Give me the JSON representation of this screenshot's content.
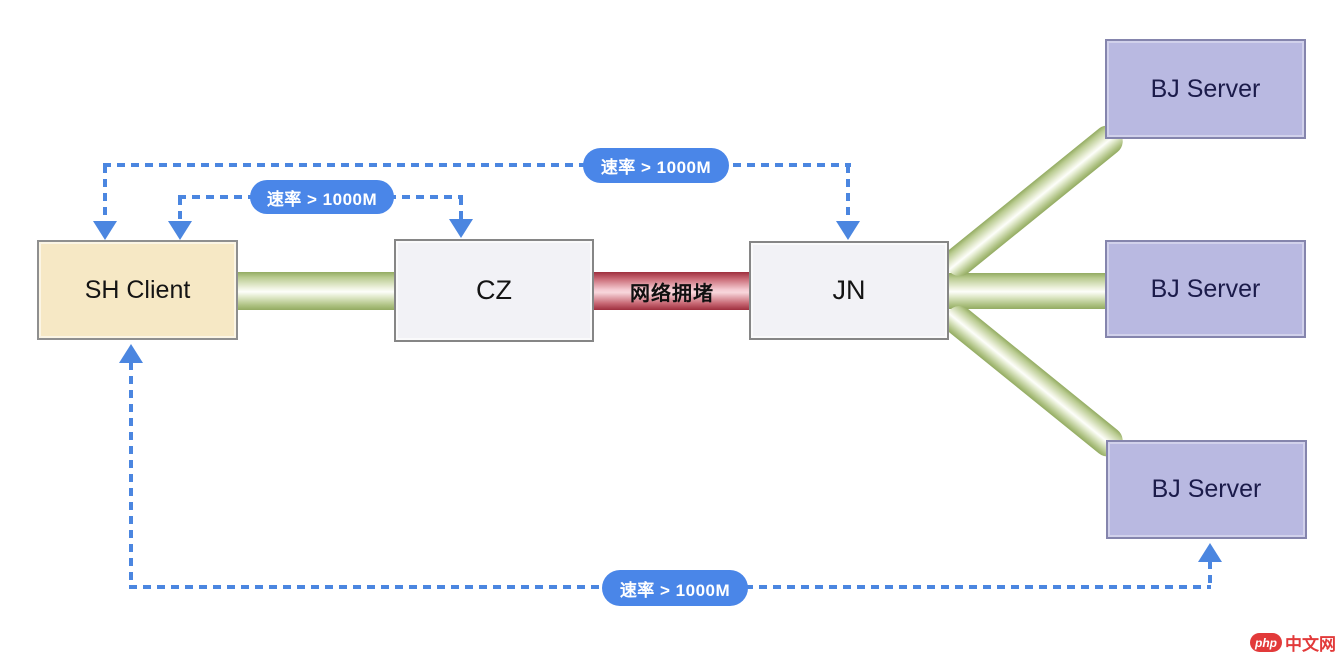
{
  "diagram": {
    "nodes": [
      {
        "id": "sh-client",
        "label": "SH Client"
      },
      {
        "id": "cz",
        "label": "CZ"
      },
      {
        "id": "jn",
        "label": "JN"
      },
      {
        "id": "bj-server-top",
        "label": "BJ Server"
      },
      {
        "id": "bj-server-middle",
        "label": "BJ Server"
      },
      {
        "id": "bj-server-bottom",
        "label": "BJ Server"
      }
    ],
    "congestion_label": "网络拥堵",
    "rate_badges": [
      {
        "id": "rate-sh-jn",
        "label": "速率 > 1000M"
      },
      {
        "id": "rate-sh-cz",
        "label": "速率 > 1000M"
      },
      {
        "id": "rate-sh-bj",
        "label": "速率 > 1000M"
      }
    ],
    "colors": {
      "client_fill": "#f6e8c5",
      "switch_fill": "#f2f2f6",
      "server_fill": "#b9b9e1",
      "tube_green": "#93ab62",
      "congestion_red": "#9e2f3e",
      "badge_blue": "#4a86e8",
      "dashed_blue": "#4b86e0"
    }
  },
  "watermark": {
    "logo": "php",
    "text": "中文网"
  }
}
